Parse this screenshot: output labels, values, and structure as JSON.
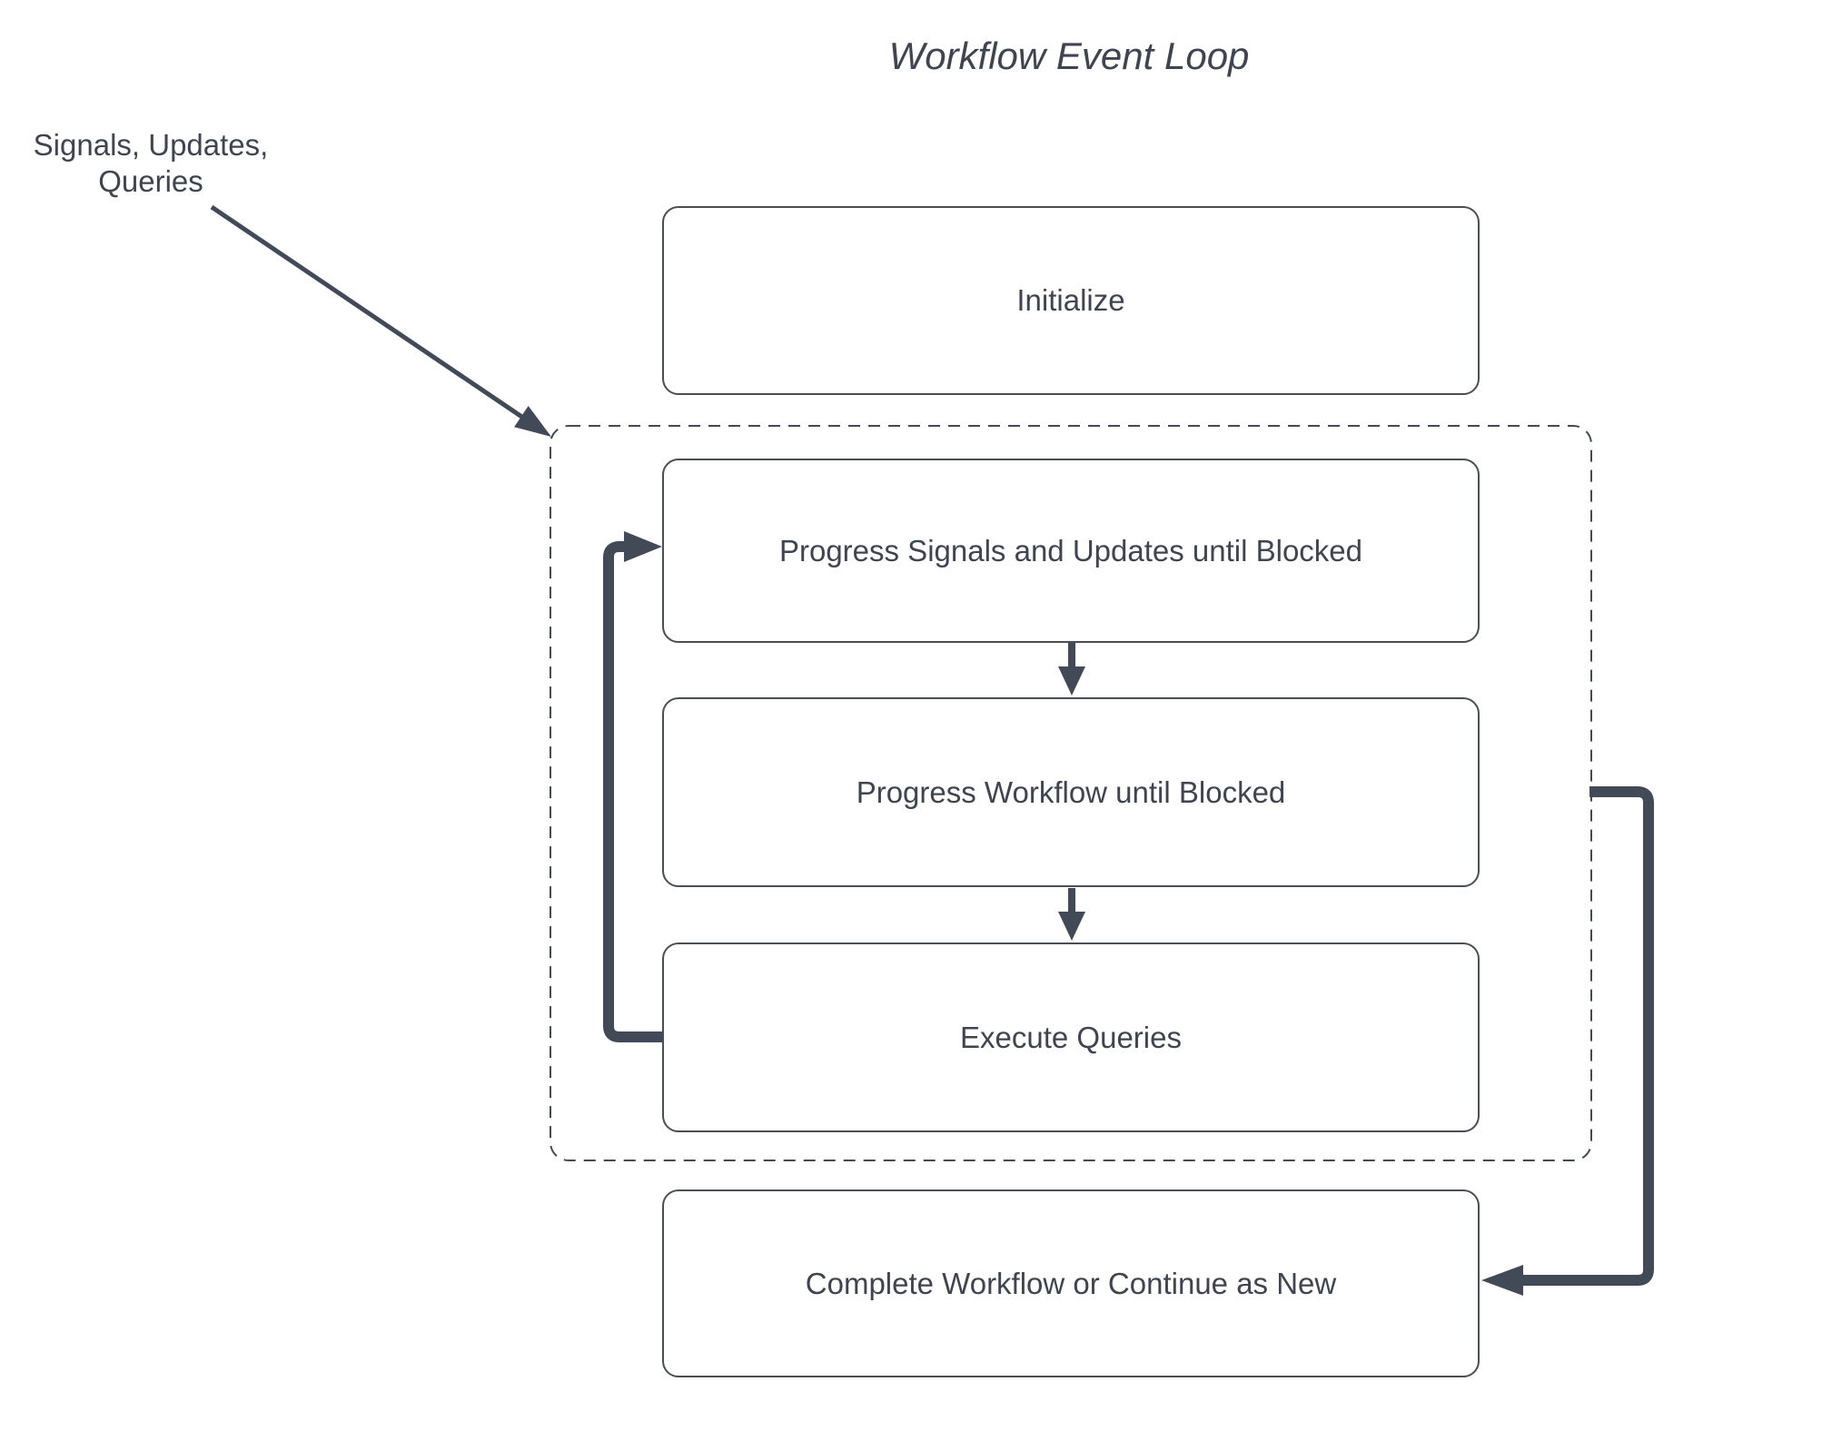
{
  "title": "Workflow Event Loop",
  "external_input_label": {
    "line1": "Signals, Updates,",
    "line2": "Queries"
  },
  "nodes": {
    "initialize": "Initialize",
    "progress_signals": "Progress Signals and Updates until Blocked",
    "progress_workflow": "Progress Workflow until Blocked",
    "execute_queries": "Execute Queries",
    "complete": "Complete Workflow or Continue as New"
  },
  "colors": {
    "connector_stroke": "#424A57",
    "box_border": "#4A4E57",
    "dashed_border": "#434A55",
    "text": "#3F4550",
    "background": "#FFFFFF"
  }
}
